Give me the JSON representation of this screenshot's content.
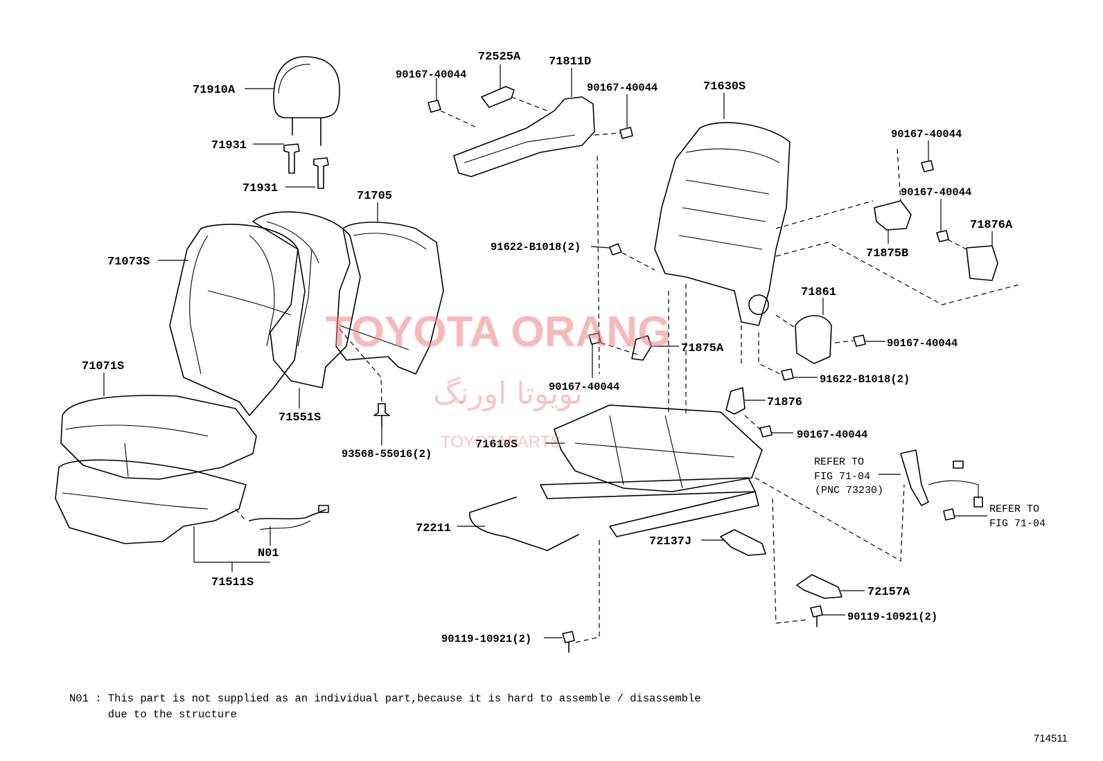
{
  "labels": {
    "p71910A": "71910A",
    "p71931a": "71931",
    "p71931b": "71931",
    "p71705": "71705",
    "p71073S": "71073S",
    "p71071S": "71071S",
    "p71551S": "71551S",
    "p93568": "93568-55016(2)",
    "pN01": "N01",
    "p71511S": "71511S",
    "p72525A": "72525A",
    "p71811D": "71811D",
    "p90167a": "90167-40044",
    "p90167b": "90167-40044",
    "p71630S": "71630S",
    "p90167c": "90167-40044",
    "p90167d": "90167-40044",
    "p71876A": "71876A",
    "p71875B": "71875B",
    "p91622a": "91622-B1018(2)",
    "p71861": "71861",
    "p90167e": "90167-40044",
    "p71875A": "71875A",
    "p90167f": "90167-40044",
    "p91622b": "91622-B1018(2)",
    "p71876": "71876",
    "p90167g": "90167-40044",
    "p71610S": "71610S",
    "p72211": "72211",
    "p72137J": "72137J",
    "p72157A": "72157A",
    "p90119a": "90119-10921(2)",
    "p90119b": "90119-10921(2)"
  },
  "refs": {
    "ref1_l1": "REFER TO",
    "ref1_l2": "FIG 71-04",
    "ref1_l3": "(PNC 73230)",
    "ref2_l1": "REFER TO",
    "ref2_l2": "FIG 71-04"
  },
  "watermark": {
    "line1": "TOYOTA ORANG",
    "line2": "تویوتا اورنگ",
    "line3": "TOYOTAPARTS"
  },
  "footnote": {
    "line1": "N01 : This part is not supplied as an individual part,because it is hard to assemble / disassemble",
    "line2": "      due to the structure"
  },
  "figure_number": "714511"
}
